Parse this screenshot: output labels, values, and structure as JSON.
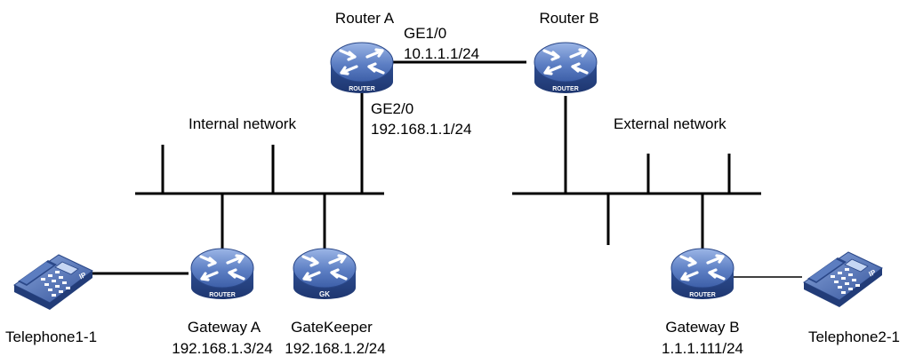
{
  "diagram": {
    "routers": {
      "router_a": {
        "name": "Router A",
        "badge": "ROUTER"
      },
      "router_b": {
        "name": "Router B",
        "badge": "ROUTER"
      },
      "gateway_a": {
        "name": "Gateway A",
        "badge": "ROUTER",
        "ip": "192.168.1.3/24"
      },
      "gatekeeper": {
        "name": "GateKeeper",
        "badge": "GK",
        "ip": "192.168.1.2/24"
      },
      "gateway_b": {
        "name": "Gateway B",
        "badge": "ROUTER",
        "ip": "1.1.1.111/24"
      }
    },
    "interfaces": {
      "ge1": {
        "name": "GE1/0",
        "ip": "10.1.1.1/24"
      },
      "ge2": {
        "name": "GE2/0",
        "ip": "192.168.1.1/24"
      }
    },
    "networks": {
      "internal": "Internal network",
      "external": "External network"
    },
    "phones": {
      "phone1": {
        "name": "Telephone1-1",
        "badge": "IP"
      },
      "phone2": {
        "name": "Telephone2-1",
        "badge": "IP"
      }
    },
    "colors": {
      "device_blue": "#3f62a8",
      "device_light": "#7f9fd6",
      "device_dark": "#243f7a"
    },
    "icons": {
      "router": "router-icon",
      "gatekeeper": "gatekeeper-icon",
      "phone": "ip-phone-icon"
    }
  }
}
